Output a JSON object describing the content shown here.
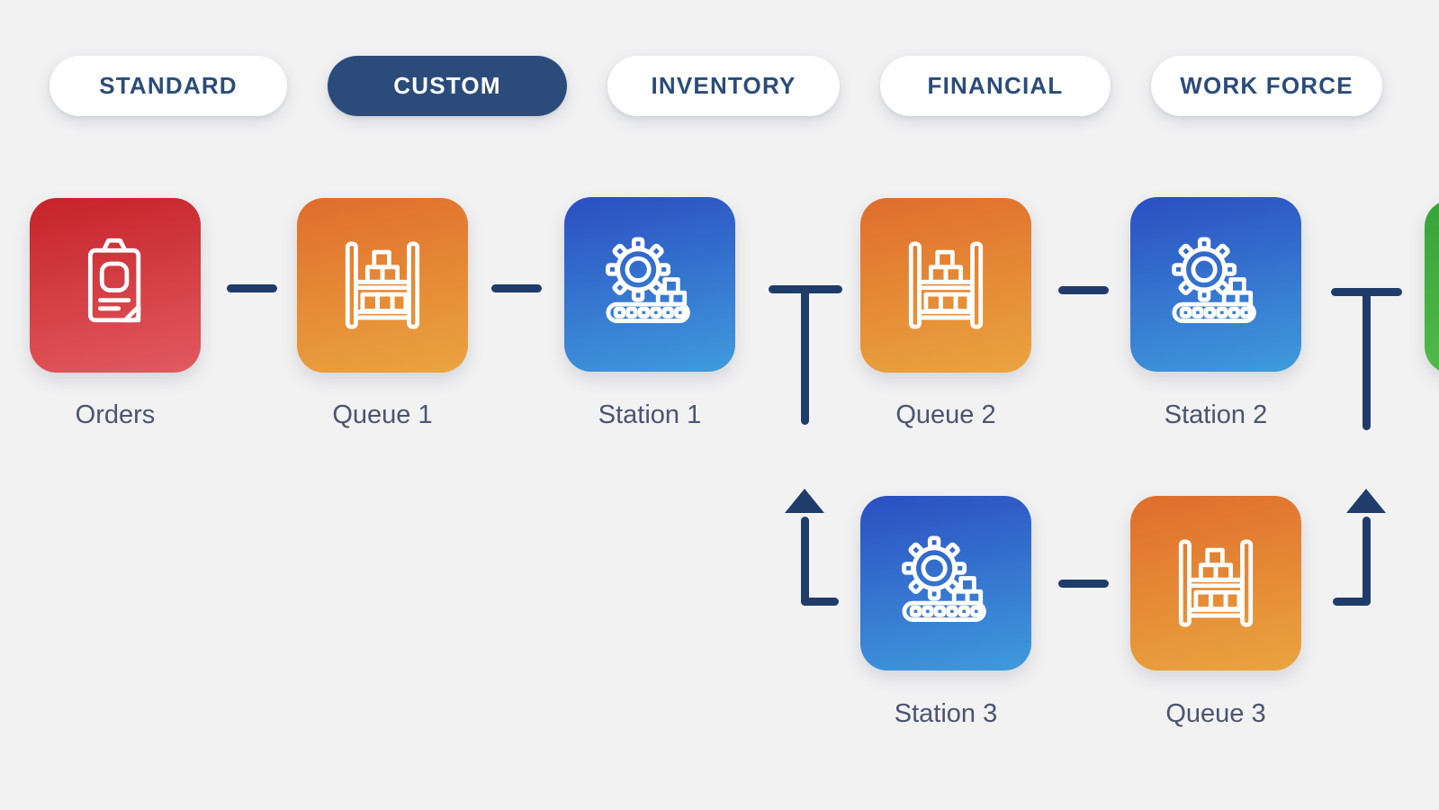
{
  "tabs": [
    {
      "label": "STANDARD",
      "active": false
    },
    {
      "label": "CUSTOM",
      "active": true
    },
    {
      "label": "INVENTORY",
      "active": false
    },
    {
      "label": "FINANCIAL",
      "active": false
    },
    {
      "label": "WORK FORCE",
      "active": false
    }
  ],
  "diagram": {
    "nodes": [
      {
        "id": "orders",
        "label": "Orders",
        "icon": "clipboard-icon",
        "theme": "red"
      },
      {
        "id": "queue-1",
        "label": "Queue 1",
        "icon": "rack-icon",
        "theme": "orange"
      },
      {
        "id": "station-1",
        "label": "Station 1",
        "icon": "machine-icon",
        "theme": "blue"
      },
      {
        "id": "queue-2",
        "label": "Queue 2",
        "icon": "rack-icon",
        "theme": "orange"
      },
      {
        "id": "station-2",
        "label": "Station 2",
        "icon": "machine-icon",
        "theme": "blue"
      },
      {
        "id": "station-3",
        "label": "Station 3",
        "icon": "machine-icon",
        "theme": "blue"
      },
      {
        "id": "queue-3",
        "label": "Queue 3",
        "icon": "rack-icon",
        "theme": "orange"
      },
      {
        "id": "partial-green",
        "label": "",
        "icon": "",
        "theme": "green"
      }
    ]
  },
  "colors": {
    "background": "#f2f2f3",
    "accent_navy": "#2b4c7a",
    "connector_navy": "#1f3c6b",
    "label_text": "#4b5470",
    "node_red": [
      "#c52329",
      "#e25a60"
    ],
    "node_orange": [
      "#e06d2c",
      "#eaa53f"
    ],
    "node_blue": [
      "#2b4ec2",
      "#3f9bdc"
    ],
    "node_green": [
      "#37a23a",
      "#52bd4b"
    ]
  }
}
